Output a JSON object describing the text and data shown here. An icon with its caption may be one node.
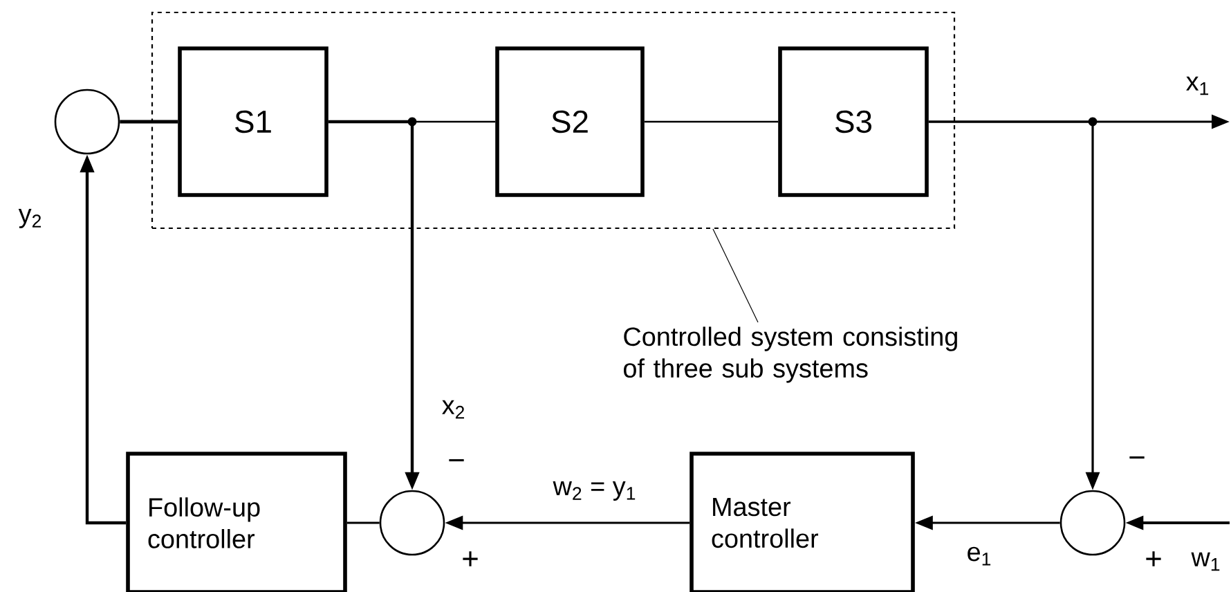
{
  "diagram": {
    "nodes": [
      {
        "text": [],
        "shape": "box"
      },
      {
        "text": [
          "S1"
        ],
        "in": 0
      },
      {
        "text": [
          "S2"
        ],
        "in": 0
      },
      {
        "text": [
          "S3"
        ],
        "in": 0
      },
      {
        "text": [],
        "shape": "circle"
      },
      {
        "text": [
          "Follow-up controller"
        ]
      },
      {
        "text": [],
        "shape": "circle",
        "beside": [
          "−",
          "+"
        ]
      },
      {
        "text": [
          "Master controller"
        ]
      },
      {
        "text": [],
        "shape": "circle",
        "beside": [
          "−",
          "+"
        ]
      },
      {
        "text": [
          "Controlled system consisting of three sub systems"
        ]
      }
    ],
    "edges": [
      {
        "from": 4,
        "to": 1,
        "arrow": "none"
      },
      {
        "from": 1,
        "to": 2,
        "arrow": "none"
      },
      {
        "from": 2,
        "to": 3,
        "arrow": "none"
      },
      {
        "from": 3,
        "to": null,
        "arrow": "to",
        "label": "x$_{1}$"
      },
      {
        "from": 1,
        "to": 6,
        "arrow": "to",
        "label": "x$_{2}$"
      },
      {
        "from": 3,
        "to": 8,
        "arrow": "to"
      },
      {
        "from": null,
        "to": 8,
        "arrow": "to",
        "label": "w$_{1}$"
      },
      {
        "from": 8,
        "to": 7,
        "arrow": "to",
        "label": "e$_{1}$"
      },
      {
        "from": 7,
        "to": 6,
        "arrow": "to",
        "label": "w$_{2}$ = y$_{1}$"
      },
      {
        "from": 6,
        "to": 5,
        "arrow": "none"
      },
      {
        "from": 5,
        "to": 4,
        "arrow": "to",
        "label": "y$_{2}$"
      },
      {
        "from": 9,
        "to": 0,
        "arrow": "none"
      }
    ]
  }
}
